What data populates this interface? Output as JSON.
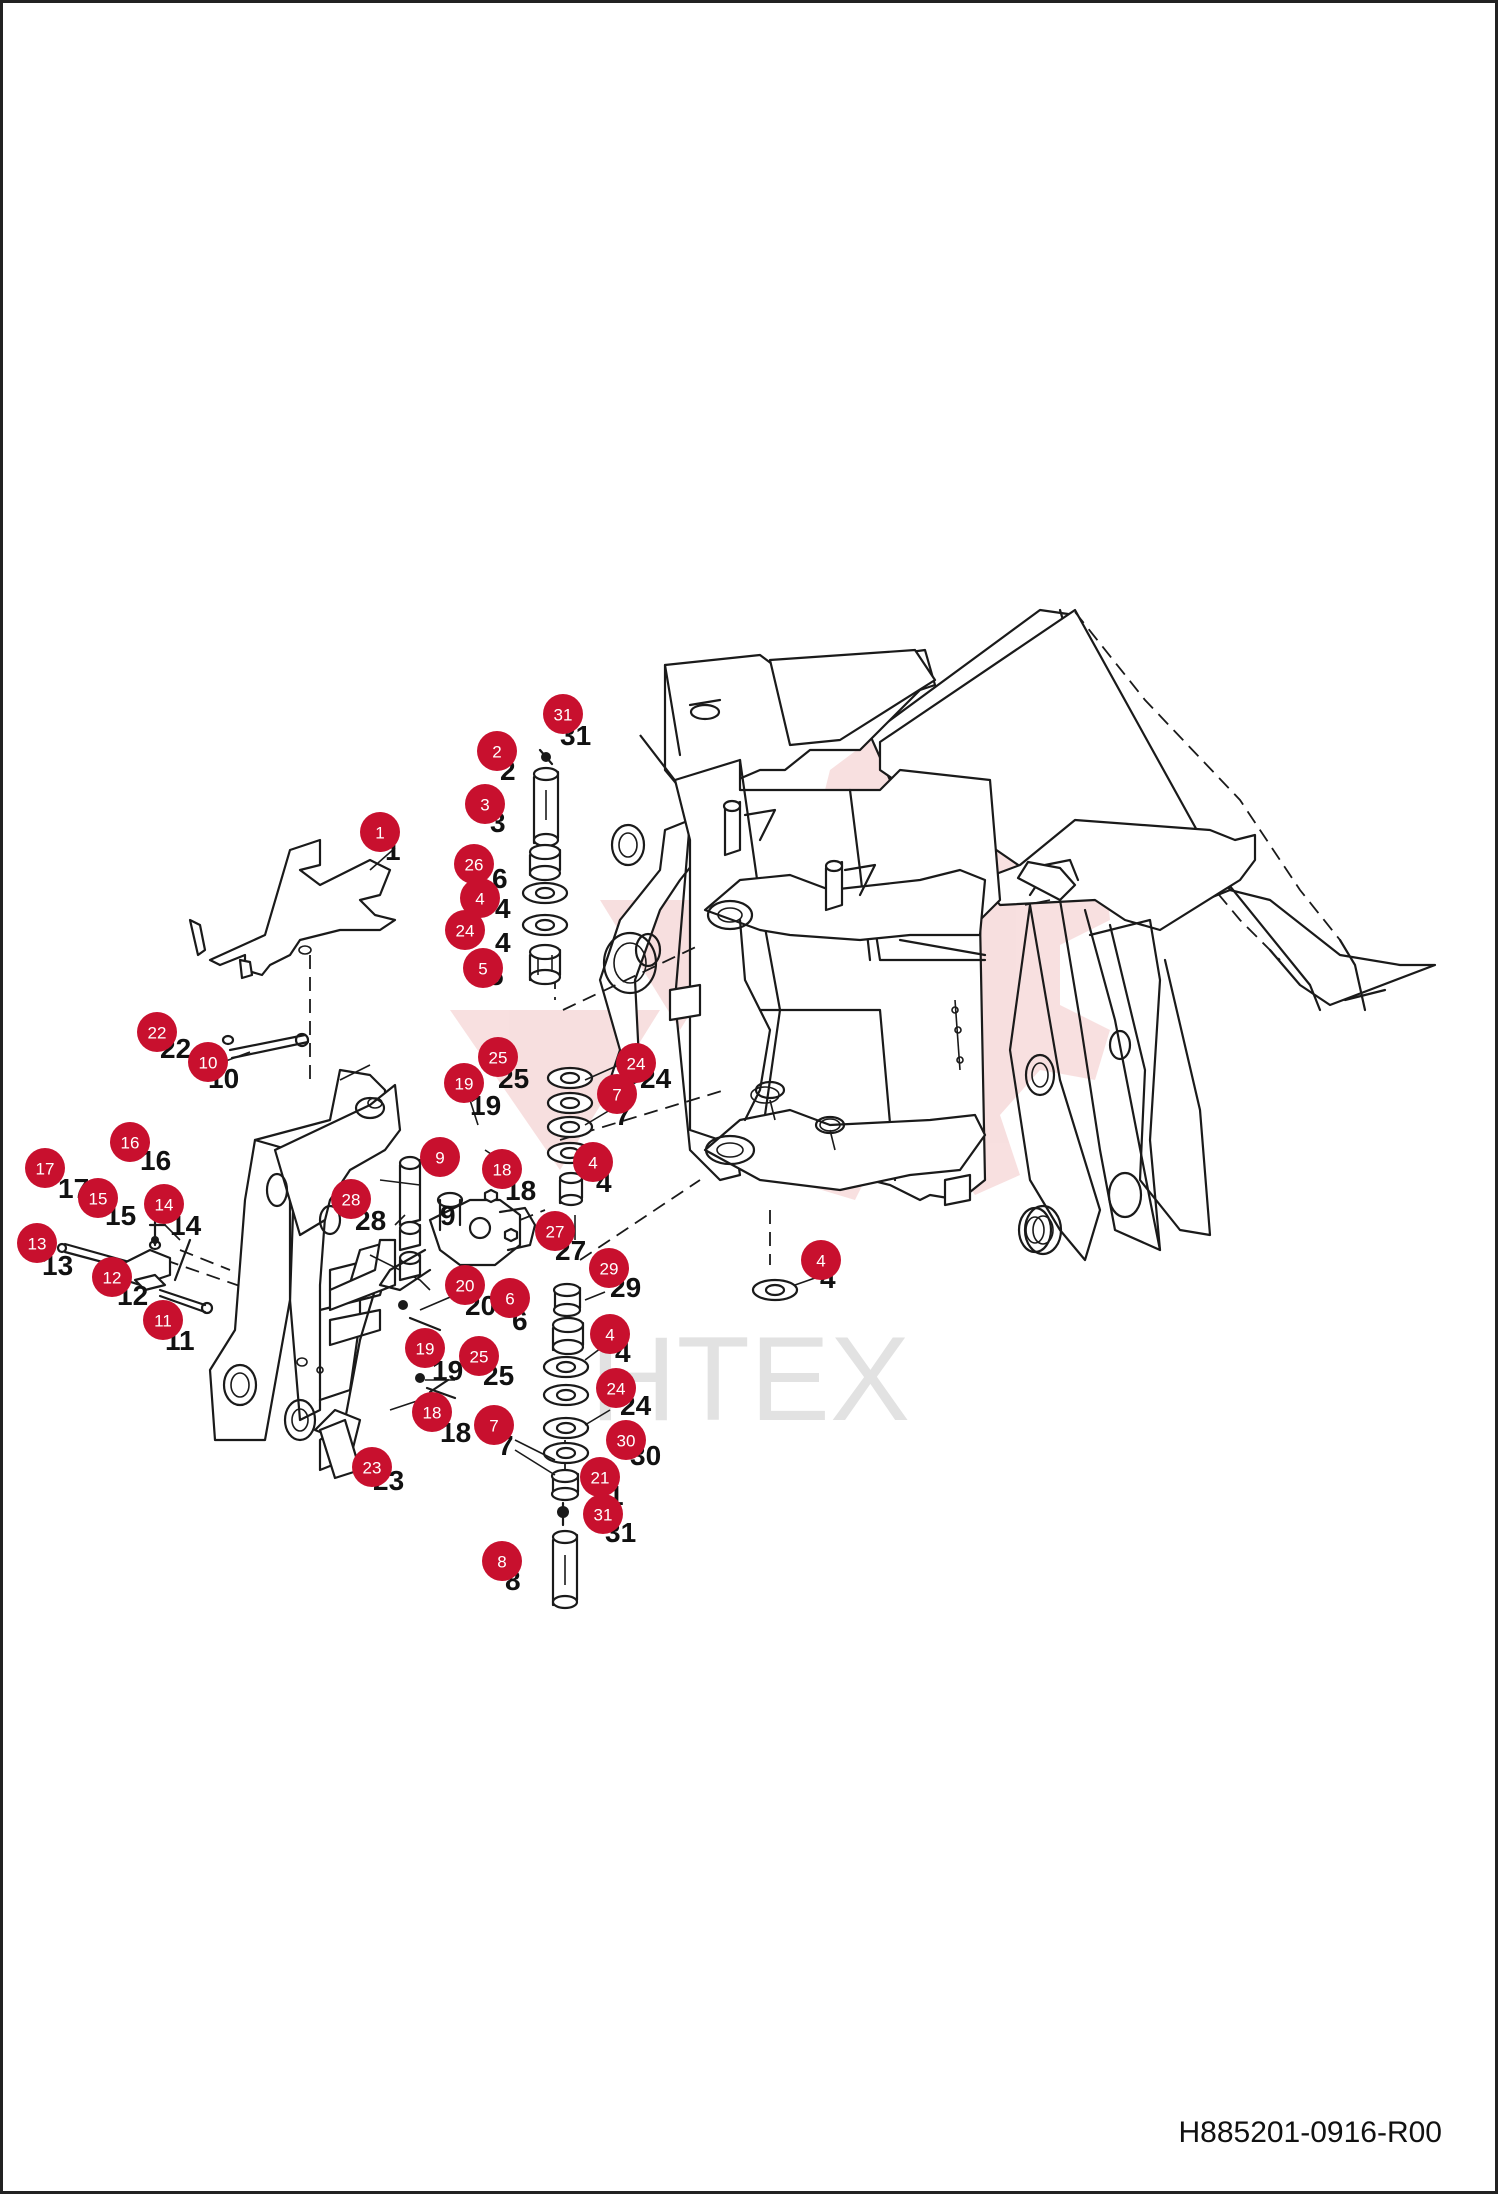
{
  "drawing_code": "H885201-0916-R00",
  "watermark": "HTEX",
  "colors": {
    "callout": "#c8102e",
    "watermark_gear": "#f2c6c6",
    "line": "#1a1a1a"
  },
  "callouts": [
    {
      "id": "c31a",
      "label": "31"
    },
    {
      "id": "c2",
      "label": "2"
    },
    {
      "id": "c3",
      "label": "3"
    },
    {
      "id": "c26",
      "label": "26"
    },
    {
      "id": "c4a",
      "label": "4"
    },
    {
      "id": "c24a",
      "label": "24"
    },
    {
      "id": "c5",
      "label": "5"
    },
    {
      "id": "c1",
      "label": "1"
    },
    {
      "id": "c22",
      "label": "22"
    },
    {
      "id": "c10",
      "label": "10"
    },
    {
      "id": "c25a",
      "label": "25"
    },
    {
      "id": "c24b",
      "label": "24"
    },
    {
      "id": "c19a",
      "label": "19"
    },
    {
      "id": "c7a",
      "label": "7"
    },
    {
      "id": "c16",
      "label": "16"
    },
    {
      "id": "c17",
      "label": "17"
    },
    {
      "id": "c9",
      "label": "9"
    },
    {
      "id": "c18a",
      "label": "18"
    },
    {
      "id": "c4b",
      "label": "4"
    },
    {
      "id": "c15",
      "label": "15"
    },
    {
      "id": "c14",
      "label": "14"
    },
    {
      "id": "c28",
      "label": "28"
    },
    {
      "id": "c27",
      "label": "27"
    },
    {
      "id": "c13",
      "label": "13"
    },
    {
      "id": "c4c",
      "label": "4"
    },
    {
      "id": "c29",
      "label": "29"
    },
    {
      "id": "c12",
      "label": "12"
    },
    {
      "id": "c20",
      "label": "20"
    },
    {
      "id": "c6",
      "label": "6"
    },
    {
      "id": "c11",
      "label": "11"
    },
    {
      "id": "c4d",
      "label": "4"
    },
    {
      "id": "c19b",
      "label": "19"
    },
    {
      "id": "c25b",
      "label": "25"
    },
    {
      "id": "c18b",
      "label": "18"
    },
    {
      "id": "c24c",
      "label": "24"
    },
    {
      "id": "c7b",
      "label": "7"
    },
    {
      "id": "c30",
      "label": "30"
    },
    {
      "id": "c23",
      "label": "23"
    },
    {
      "id": "c21",
      "label": "21"
    },
    {
      "id": "c31b",
      "label": "31"
    },
    {
      "id": "c8",
      "label": "8"
    }
  ]
}
